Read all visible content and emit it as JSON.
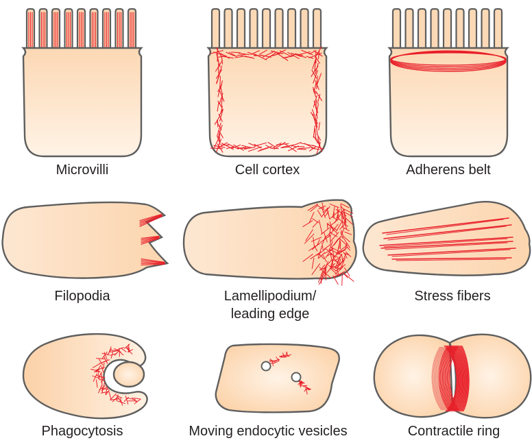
{
  "labels": {
    "microvilli": "Microvilli",
    "cell_cortex": "Cell cortex",
    "adherens_belt": "Adherens belt",
    "filopodia": "Filopodia",
    "lamellipodium_line1": "Lamellipodium/",
    "lamellipodium_line2": "leading edge",
    "stress_fibers": "Stress fibers",
    "phagocytosis": "Phagocytosis",
    "moving_endocytic_vesicles": "Moving endocytic vesicles",
    "contractile_ring": "Contractile ring"
  },
  "colors": {
    "cell_fill_light": "#fef1e4",
    "cell_fill_dark": "#fcd9b6",
    "outline": "#5e5e5e",
    "actin": "#e8202a",
    "actin_light": "#f08878"
  }
}
